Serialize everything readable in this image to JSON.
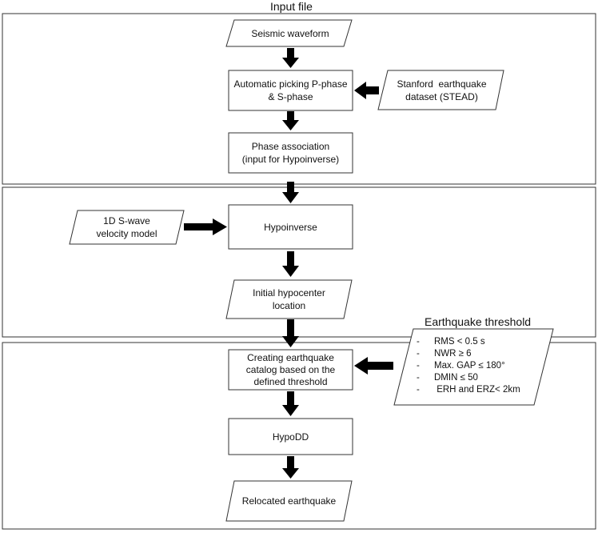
{
  "sections": {
    "input_title": "Input file",
    "threshold_title": "Earthquake threshold"
  },
  "nodes": {
    "seismic_waveform": "Seismic waveform",
    "auto_picking": [
      "Automatic picking P-phase",
      "& S-phase"
    ],
    "stead": [
      "Stanford  earthquake",
      "dataset (STEAD)"
    ],
    "phase_association": [
      "Phase association",
      "(input for Hypoinverse)"
    ],
    "velocity_model": [
      "1D S-wave",
      "velocity model"
    ],
    "hypoinverse": "Hypoinverse",
    "initial_hypocenter": [
      "Initial hypocenter",
      "location"
    ],
    "creating_catalog": [
      "Creating earthquake",
      "catalog based on the",
      "defined threshold"
    ],
    "hypodd": "HypoDD",
    "relocated": "Relocated earthquake"
  },
  "threshold_criteria": [
    "RMS < 0.5 s",
    "NWR ≥ 6",
    "Max. GAP ≤ 180°",
    "DMIN ≤ 50",
    " ERH and ERZ< 2km"
  ],
  "colors": {
    "stroke": "#333333",
    "arrow": "#000000",
    "fill": "#ffffff"
  }
}
